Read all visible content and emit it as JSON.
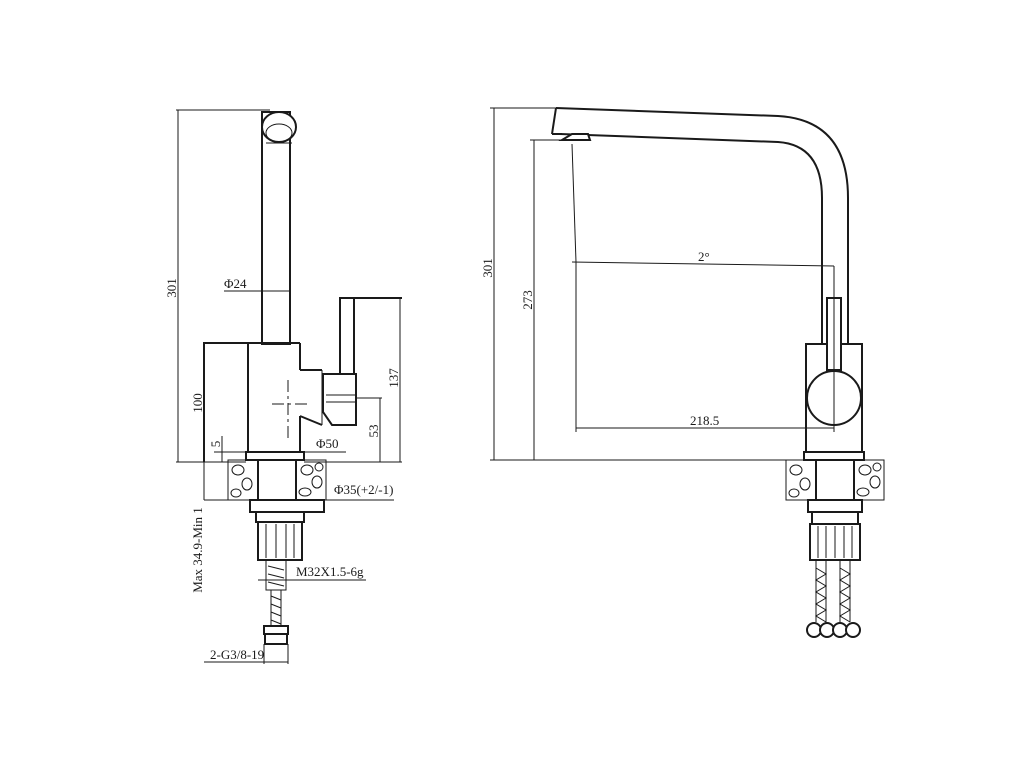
{
  "side_view": {
    "height_total": "301",
    "spout_diameter": "Φ24",
    "body_height": "100",
    "handle_height": "137",
    "handle_offset": "53",
    "base_offset": "5",
    "base_diameter": "Φ50",
    "hole_diameter": "Φ35(+2/-1)",
    "mount_thickness": "Max  34.9-Min  1",
    "thread": "M32X1.5-6g",
    "hose_connector": "2-G3/8-19"
  },
  "front_view": {
    "height_total": "301",
    "spout_height": "273",
    "angle": "2°",
    "reach": "218.5"
  }
}
